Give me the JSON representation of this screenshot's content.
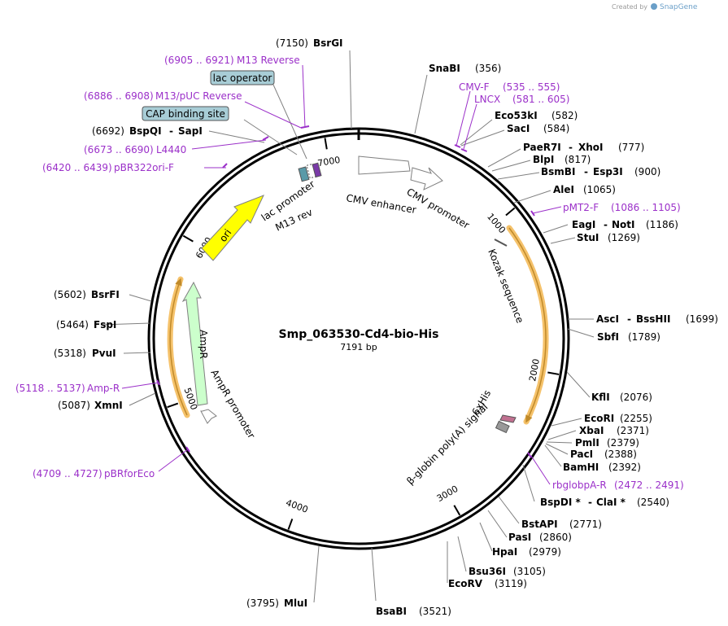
{
  "credit": {
    "text": "Created by",
    "brand": "SnapGene"
  },
  "plasmid": {
    "name": "Smp_063530-Cd4-bio-His",
    "size_label": "7191 bp",
    "length": 7191
  },
  "ticks": [
    "1000",
    "2000",
    "3000",
    "4000",
    "5000",
    "6000",
    "7000"
  ],
  "sites": [
    {
      "pos": "(7150)",
      "name": "BsrGI"
    },
    {
      "pos": "(356)",
      "name": "SnaBI"
    },
    {
      "pos": "(582)",
      "name": "Eco53kI"
    },
    {
      "pos": "(584)",
      "name": "SacI"
    },
    {
      "name": "PaeR7I",
      "name2": "XhoI",
      "pos": "(777)"
    },
    {
      "name": "BlpI",
      "pos": "(817)"
    },
    {
      "name": "BsmBI",
      "name2": "Esp3I",
      "pos": "(900)"
    },
    {
      "name": "AleI",
      "pos": "(1065)"
    },
    {
      "name": "EagI",
      "name2": "NotI",
      "pos": "(1186)"
    },
    {
      "name": "StuI",
      "pos": "(1269)"
    },
    {
      "name": "AscI",
      "name2": "BssHII",
      "pos": "(1699)"
    },
    {
      "name": "SbfI",
      "pos": "(1789)"
    },
    {
      "name": "KflI",
      "pos": "(2076)"
    },
    {
      "name": "EcoRI",
      "pos": "(2255)"
    },
    {
      "name": "XbaI",
      "pos": "(2371)"
    },
    {
      "name": "PmlI",
      "pos": "(2379)"
    },
    {
      "name": "PacI",
      "pos": "(2388)"
    },
    {
      "name": "BamHI",
      "pos": "(2392)"
    },
    {
      "name": "BspDI *",
      "name2": "ClaI *",
      "pos": "(2540)"
    },
    {
      "name": "BstAPI",
      "pos": "(2771)"
    },
    {
      "name": "PasI",
      "pos": "(2860)"
    },
    {
      "name": "HpaI",
      "pos": "(2979)"
    },
    {
      "name": "Bsu36I",
      "pos": "(3105)"
    },
    {
      "name": "EcoRV",
      "pos": "(3119)"
    },
    {
      "name": "BsaBI",
      "pos": "(3521)"
    },
    {
      "pos": "(3795)",
      "name": "MluI"
    },
    {
      "pos": "(5087)",
      "name": "XmnI"
    },
    {
      "pos": "(5318)",
      "name": "PvuI"
    },
    {
      "pos": "(5464)",
      "name": "FspI"
    },
    {
      "pos": "(5602)",
      "name": "BsrFI"
    },
    {
      "pos": "(6692)",
      "name": "BspQI",
      "name2": "SapI"
    }
  ],
  "primers": [
    {
      "range": "(6905 .. 6921)",
      "name": "M13 Reverse"
    },
    {
      "range": "(6886 .. 6908)",
      "name": "M13/pUC Reverse"
    },
    {
      "range": "(6673 .. 6690)",
      "name": "L4440"
    },
    {
      "range": "(6420 .. 6439)",
      "name": "pBR322ori-F"
    },
    {
      "name": "CMV-F",
      "range": "(535 .. 555)"
    },
    {
      "name": "LNCX",
      "range": "(581 .. 605)"
    },
    {
      "name": "pMT2-F",
      "range": "(1086 .. 1105)"
    },
    {
      "name": "rbglobpA-R",
      "range": "(2472 .. 2491)"
    },
    {
      "range": "(5118 .. 5137)",
      "name": "Amp-R"
    },
    {
      "range": "(4709 .. 4727)",
      "name": "pBRforEco"
    }
  ],
  "boxed_labels": {
    "lac_operator": "lac operator",
    "cap_site": "CAP binding site"
  },
  "features": {
    "cmv_enhancer": "CMV enhancer",
    "cmv_promoter": "CMV promoter",
    "kozak": "Kozak sequence",
    "his": "6xHis",
    "globin": "β-globin poly(A) signal",
    "ampr": "AmpR",
    "ampr_promoter": "AmpR promoter",
    "ori": "ori",
    "lac_promoter": "lac promoter",
    "m13_rev": "M13 rev"
  },
  "colors": {
    "primer": "#9b30c9",
    "ori": "#ffff00",
    "ampr": "#ccffcc",
    "orf_highlight": "#f5c26b",
    "boxed_label_bg": "#a8cdd6",
    "backbone": "#000000"
  }
}
